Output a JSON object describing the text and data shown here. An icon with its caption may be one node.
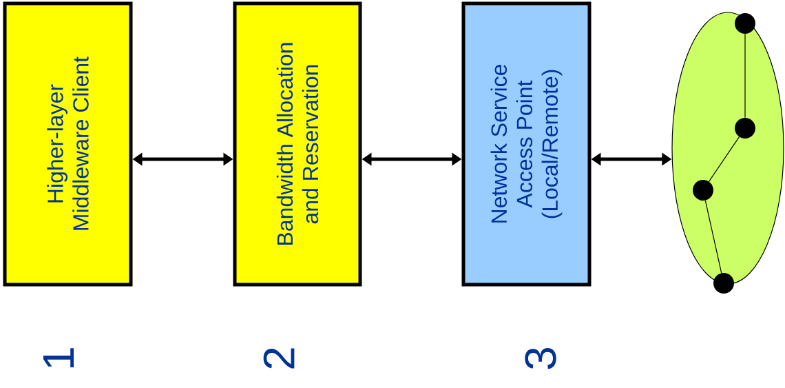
{
  "diagram": {
    "nodes": [
      {
        "text": [
          "Higher-layer Middleware Client"
        ]
      },
      {
        "text": [
          "Bandwidth Allocation and Reservation"
        ]
      },
      {
        "text": [
          "Network Service Access Point (Local/Remote)"
        ]
      },
      {
        "text": [],
        "shape": "ellipse"
      },
      {
        "text": [],
        "shape": "circle",
        "in": 3
      },
      {
        "text": [],
        "shape": "circle",
        "in": 3
      },
      {
        "text": [],
        "shape": "circle",
        "in": 3
      },
      {
        "text": [],
        "shape": "circle",
        "in": 3
      }
    ],
    "edges": [
      {
        "from": 0,
        "to": 1,
        "arrow": "both",
        "style": "thick"
      },
      {
        "from": 1,
        "to": 2,
        "arrow": "both",
        "style": "thick"
      },
      {
        "from": 2,
        "to": 3,
        "arrow": "both",
        "style": "thick"
      },
      {
        "from": 4,
        "to": 5,
        "arrow": "none"
      },
      {
        "from": 5,
        "to": 6,
        "arrow": "none"
      },
      {
        "from": 6,
        "to": 7,
        "arrow": "none"
      }
    ],
    "labels": [
      "1",
      "2",
      "3"
    ]
  }
}
